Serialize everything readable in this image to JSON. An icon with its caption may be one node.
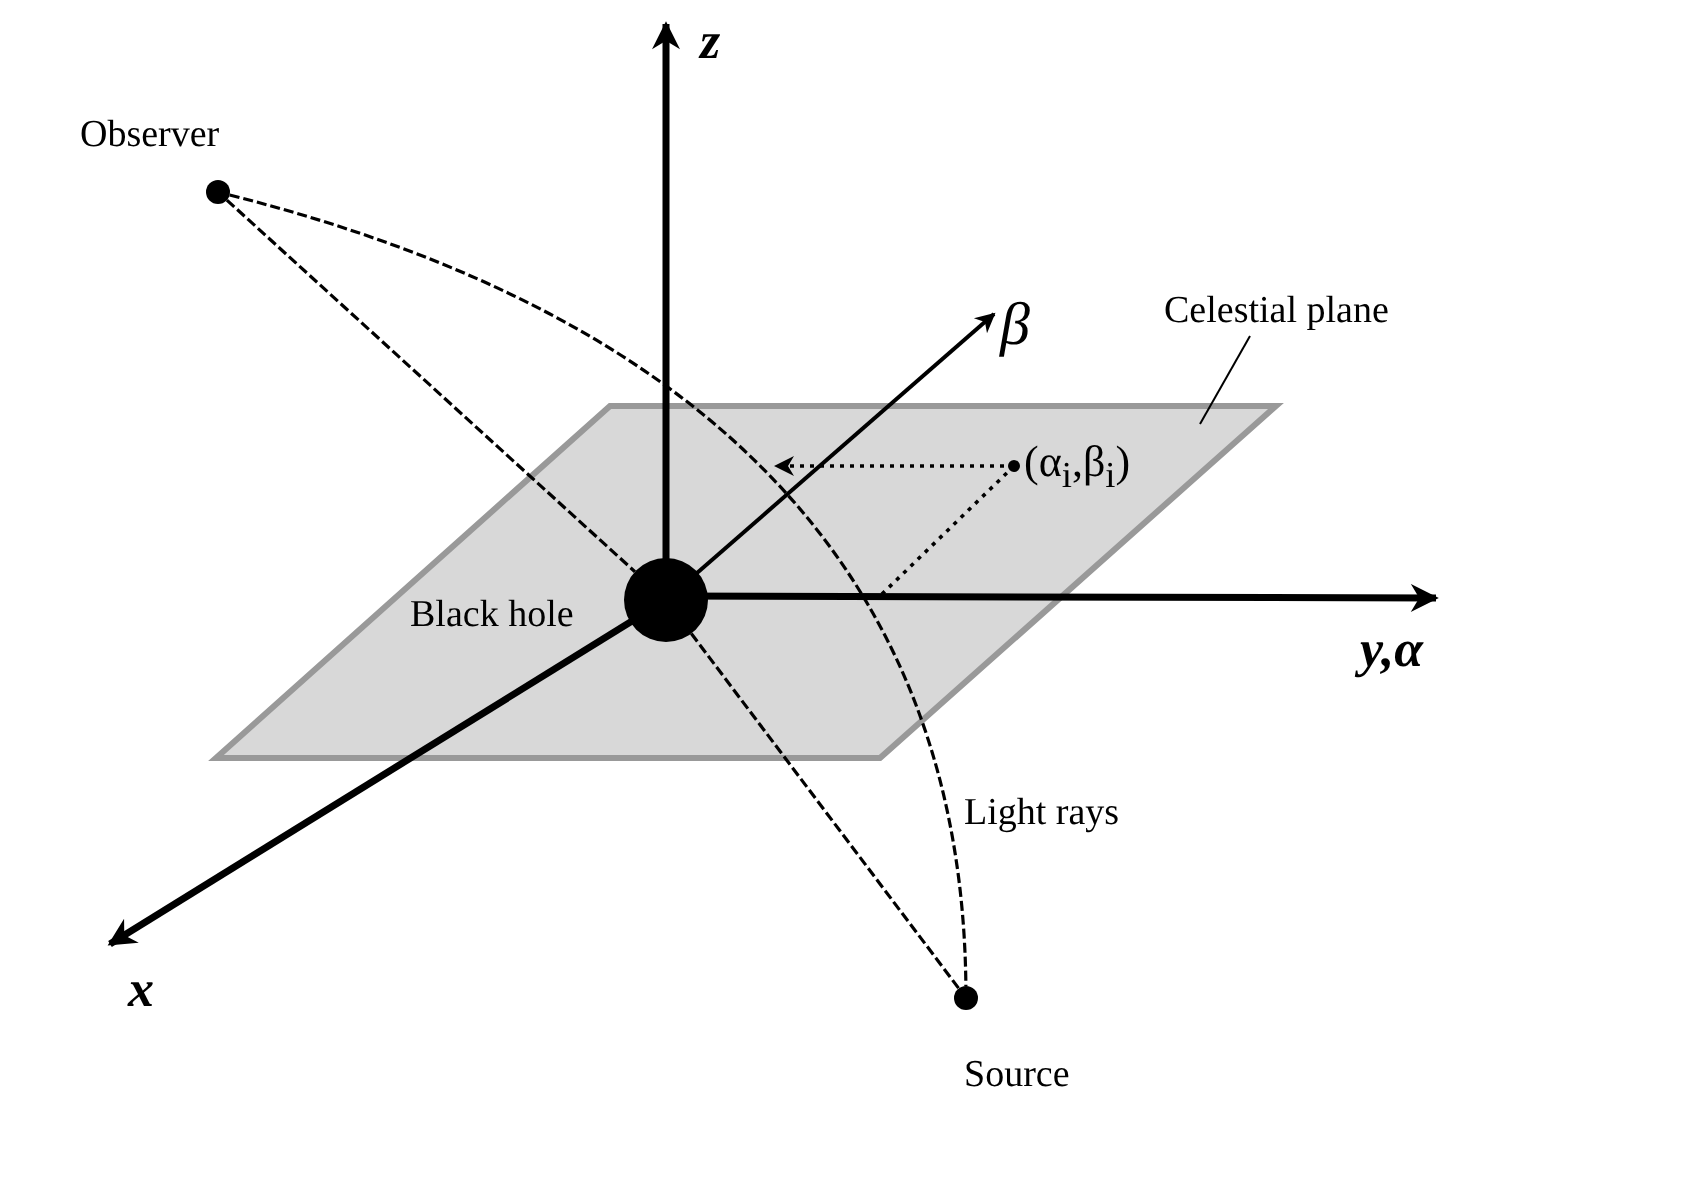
{
  "diagram": {
    "nodes": [
      {
        "text": [],
        "shape": "circle",
        "beside": [
          "Observer"
        ]
      },
      {
        "text": [],
        "shape": "circle",
        "beside": [
          "Black hole"
        ]
      },
      {
        "text": [],
        "shape": "circle",
        "beside": [
          "Source"
        ]
      },
      {
        "text": [
          "Celestial plane"
        ]
      },
      {
        "text": [],
        "shape": "circle",
        "beside": [
          "(α$_{i}$,β$_{i}$)"
        ]
      }
    ],
    "edges": [
      {
        "from": 0,
        "to": 1,
        "arrow": "none",
        "style": "dashed"
      },
      {
        "from": 1,
        "to": 2,
        "arrow": "none",
        "style": "dashed"
      },
      {
        "from": 0,
        "to": 2,
        "arrow": "none",
        "style": "dashed"
      },
      {
        "from": 3,
        "to": null,
        "arrow": "none"
      }
    ],
    "labels": [
      "z",
      "β",
      "y,α",
      "x",
      "Light rays"
    ]
  }
}
